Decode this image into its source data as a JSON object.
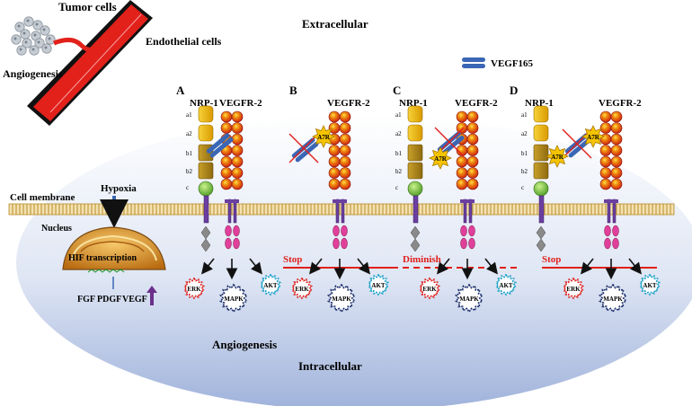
{
  "labels": {
    "tumor_cells": "Tumor cells",
    "endothelial_cells": "Endothelial cells",
    "angiogenesis_top": "Angiogenesis",
    "extracellular": "Extracellular",
    "intracellular": "Intracellular",
    "angiogenesis_bottom": "Angiogenesis",
    "vegf165": "VEGF165",
    "cell_membrane": "Cell membrane",
    "hypoxia": "Hypoxia",
    "nucleus": "Nucleus",
    "hif": "HIF transcription",
    "fgf": "FGF",
    "pdgf": "PDGF",
    "vegf": "VEGF"
  },
  "panels": [
    {
      "letter": "A",
      "nrp": "NRP-1",
      "vegfr": "VEGFR-2",
      "status": ""
    },
    {
      "letter": "B",
      "nrp": "",
      "vegfr": "VEGFR-2",
      "status": "Stop"
    },
    {
      "letter": "C",
      "nrp": "NRP-1",
      "vegfr": "VEGFR-2",
      "status": "Diminish"
    },
    {
      "letter": "D",
      "nrp": "NRP-1",
      "vegfr": "VEGFR-2",
      "status": "Stop"
    }
  ],
  "domains": [
    "a1",
    "a2",
    "b1",
    "b2",
    "c"
  ],
  "inhibitor": "A7R",
  "kinases": {
    "erk": "ERK",
    "mapk": "MAPK",
    "akt": "AKT"
  },
  "colors": {
    "cell_gradient_top": "#ffffff",
    "cell_gradient_bottom": "#a9b9df",
    "membrane": "#d8b56a",
    "receptor_red": "#e8321c",
    "receptor_yellow": "#f5c400",
    "nrp_domain": "#f2c100",
    "stop_line": "#e0201c",
    "kinase_tail": "#7a3fa0",
    "ligand": "#3a66b5"
  }
}
